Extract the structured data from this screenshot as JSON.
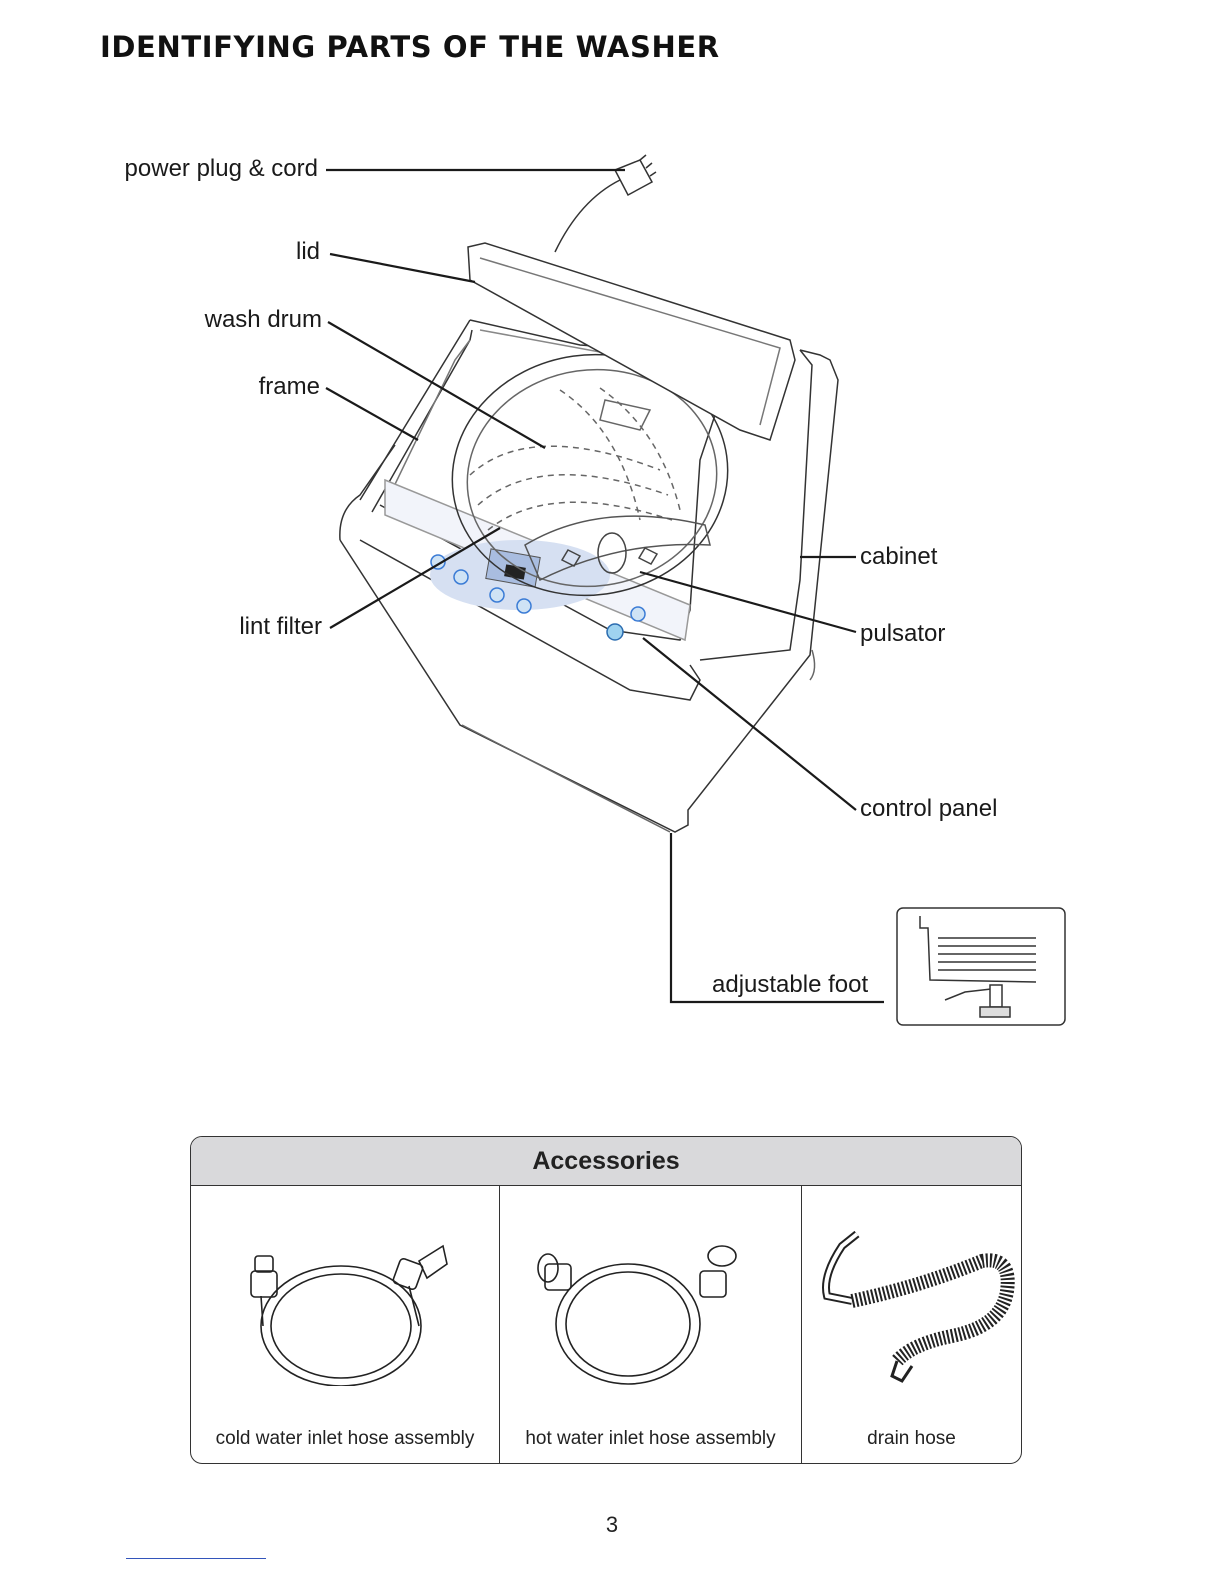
{
  "title": "IDENTIFYING PARTS OF THE WASHER",
  "parts": {
    "power_plug": "power plug & cord",
    "lid": "lid",
    "wash_drum": "wash drum",
    "frame": "frame",
    "lint_filter": "lint filter",
    "cabinet": "cabinet",
    "pulsator": "pulsator",
    "control_panel": "control panel",
    "adjustable_foot": "adjustable foot"
  },
  "accessories": {
    "header": "Accessories",
    "items": [
      {
        "label": "cold water inlet hose assembly",
        "icon": "cold-water-hose-icon"
      },
      {
        "label": "hot water inlet hose assembly",
        "icon": "hot-water-hose-icon"
      },
      {
        "label": "drain hose",
        "icon": "drain-hose-icon"
      }
    ]
  },
  "page_number": "3"
}
